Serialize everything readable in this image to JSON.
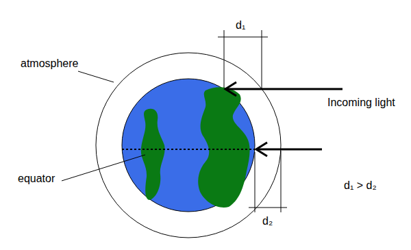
{
  "diagram": {
    "labels": [
      "d₁",
      "d₂",
      "atmosphere",
      "equator",
      "Incoming light",
      "d₁ > d₂"
    ]
  }
}
